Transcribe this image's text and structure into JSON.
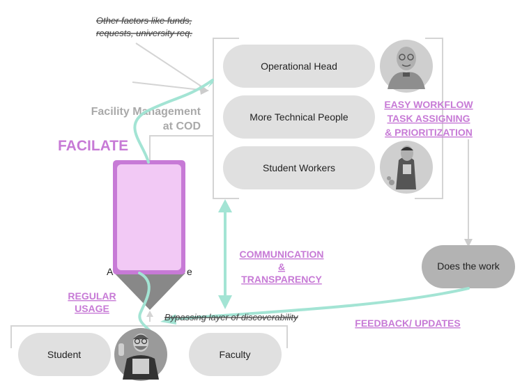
{
  "notes": {
    "other_factors_line1": "Other factors like funds,",
    "other_factors_line2": "requests, university req.",
    "bypassing": "Bypassing layer of discoverability"
  },
  "titles": {
    "facility_line1": "Facility Management",
    "facility_line2": "at COD",
    "facilate": "FACILATE",
    "assist_partial_left": "A",
    "assist_partial_right": "e"
  },
  "staff": {
    "operational_head": "Operational Head",
    "technical_people": "More Technical People",
    "student_workers": "Student Workers"
  },
  "annotations": {
    "workflow_line1": "EASY WORKFLOW",
    "workflow_line2": "TASK ASSIGNING",
    "workflow_line3": "& PRIORITIZATION",
    "communication_line1": "COMMUNICATION",
    "communication_line2": "&",
    "communication_line3": "TRANSPARENCY",
    "regular_line1": "REGULAR",
    "regular_line2": "USAGE",
    "feedback": "FEEDBACK/ UPDATES"
  },
  "does_work": "Does the work",
  "users": {
    "student": "Student",
    "faculty": "Faculty"
  },
  "colors": {
    "pill": "#e0e0e0",
    "dark_pill": "#b3b3b3",
    "accent_purple": "#c77ad6",
    "kiosk_fill": "#f2c9f5",
    "teal": "#a3e4d4",
    "bracket": "#d4d4d4"
  },
  "icons": {
    "operational_head_avatar": "bald-man-avatar-icon",
    "student_worker_avatar": "student-worker-avatar-icon",
    "user_avatar": "bearded-man-thumbs-up-avatar-icon"
  }
}
